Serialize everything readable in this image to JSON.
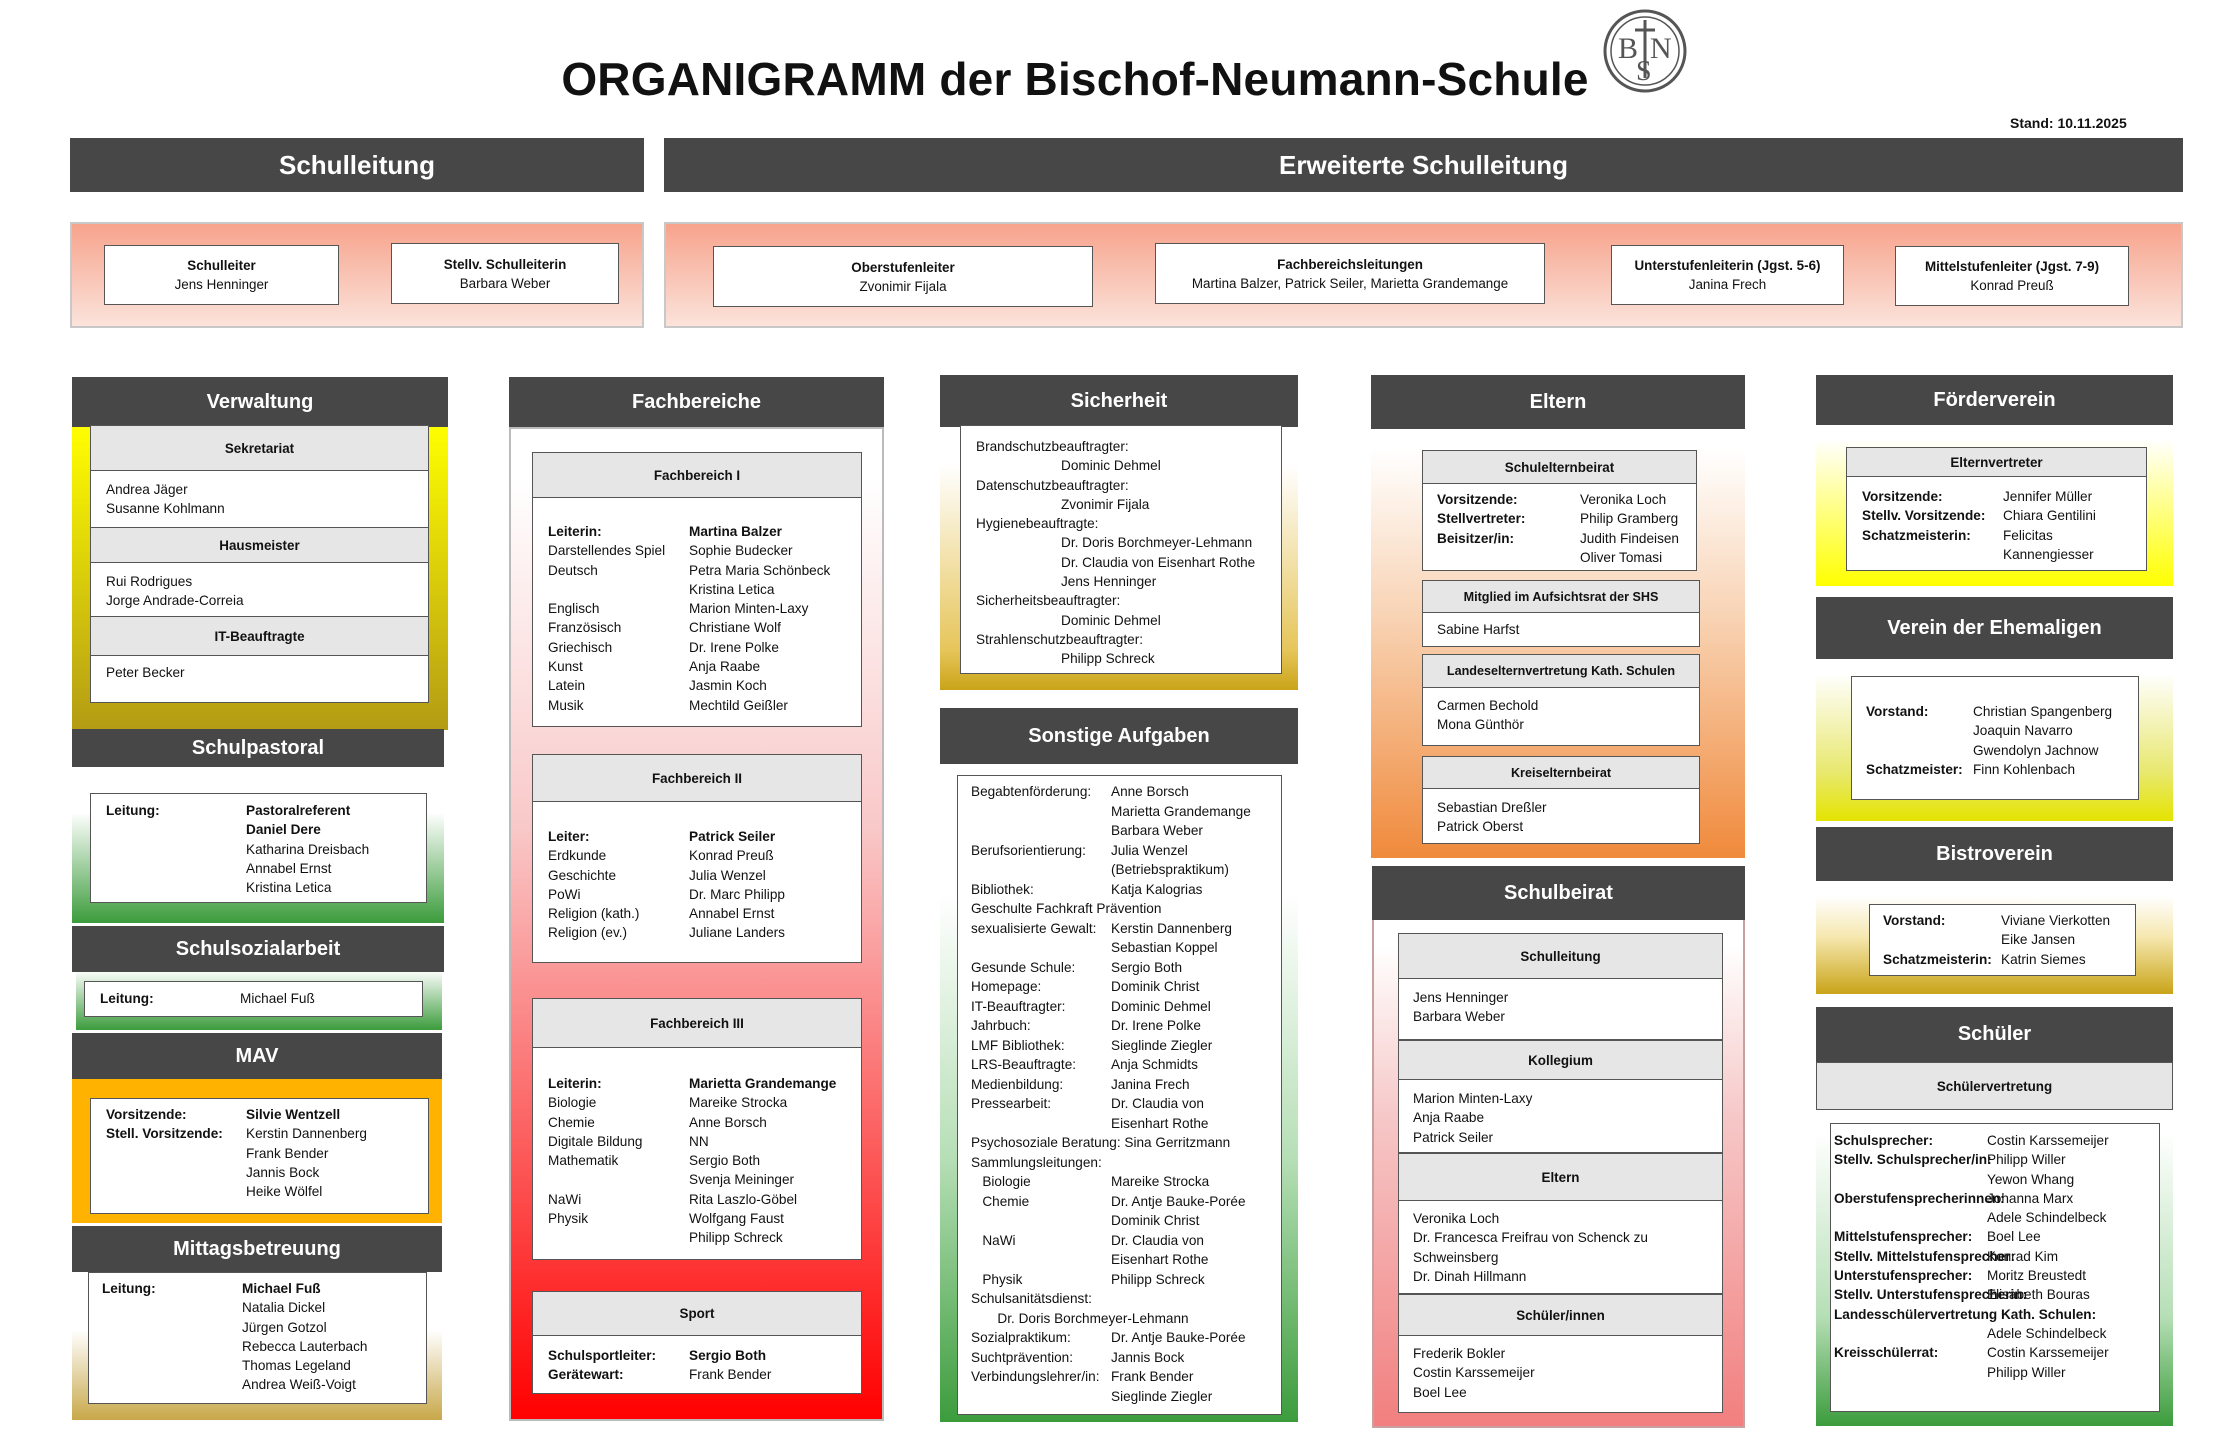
{
  "title": "ORGANIGRAMM der Bischof-Neumann-Schule",
  "logo_text": "BNS",
  "stand": "Stand: 10.11.2025",
  "schulleitung": {
    "header": "Schulleitung",
    "items": [
      {
        "role": "Schulleiter",
        "name": "Jens Henninger"
      },
      {
        "role": "Stellv. Schulleiterin",
        "name": "Barbara Weber"
      }
    ]
  },
  "erweiterte": {
    "header": "Erweiterte Schulleitung",
    "items": [
      {
        "role": "Oberstufenleiter",
        "name": "Zvonimir Fijala"
      },
      {
        "role": "Fachbereichsleitungen",
        "name": "Martina Balzer, Patrick Seiler, Marietta Grandemange"
      },
      {
        "role": "Unterstufenleiterin (Jgst. 5-6)",
        "name": "Janina Frech"
      },
      {
        "role": "Mittelstufenleiter (Jgst. 7-9)",
        "name": "Konrad Preuß"
      }
    ]
  },
  "verwaltung": {
    "header": "Verwaltung",
    "sekretariat": {
      "title": "Sekretariat",
      "names": [
        "Andrea Jäger",
        "Susanne Kohlmann"
      ]
    },
    "hausmeister": {
      "title": "Hausmeister",
      "names": [
        "Rui Rodrigues",
        "Jorge Andrade-Correia"
      ]
    },
    "it": {
      "title": "IT-Beauftragte",
      "names": [
        "Peter Becker"
      ]
    }
  },
  "schulpastoral": {
    "header": "Schulpastoral",
    "label": "Leitung:",
    "lead1": "Pastoralreferent",
    "lead2": "Daniel Dere",
    "names": [
      "Katharina Dreisbach",
      "Annabel Ernst",
      "Kristina Letica"
    ]
  },
  "schulsozialarbeit": {
    "header": "Schulsozialarbeit",
    "label": "Leitung:",
    "name": "Michael Fuß"
  },
  "mav": {
    "header": "MAV",
    "label1": "Vorsitzende:",
    "lead": "Silvie Wentzell",
    "label2": "Stell. Vorsitzende:",
    "names": [
      "Kerstin Dannenberg",
      "Frank Bender",
      "Jannis Bock",
      "Heike Wölfel"
    ]
  },
  "mittag": {
    "header": "Mittagsbetreuung",
    "label": "Leitung:",
    "lead": "Michael Fuß",
    "names": [
      "Natalia Dickel",
      "Jürgen Gotzol",
      "Rebecca Lauterbach",
      "Thomas Legeland",
      "Andrea Weiß-Voigt"
    ]
  },
  "fachbereiche": {
    "header": "Fachbereiche",
    "fb1": {
      "title": "Fachbereich I",
      "rows": [
        [
          "Leiterin:",
          "Martina Balzer"
        ],
        [
          "Darstellendes Spiel",
          "Sophie Budecker"
        ],
        [
          "Deutsch",
          "Petra Maria Schönbeck"
        ],
        [
          "",
          "Kristina Letica"
        ],
        [
          "Englisch",
          "Marion Minten-Laxy"
        ],
        [
          "Französisch",
          "Christiane Wolf"
        ],
        [
          "Griechisch",
          "Dr. Irene Polke"
        ],
        [
          "Kunst",
          "Anja Raabe"
        ],
        [
          "Latein",
          "Jasmin Koch"
        ],
        [
          "Musik",
          "Mechtild Geißler"
        ]
      ]
    },
    "fb2": {
      "title": "Fachbereich II",
      "rows": [
        [
          "Leiter:",
          "Patrick Seiler"
        ],
        [
          "Erdkunde",
          "Konrad Preuß"
        ],
        [
          "Geschichte",
          "Julia Wenzel"
        ],
        [
          "PoWi",
          "Dr. Marc Philipp"
        ],
        [
          "Religion (kath.)",
          "Annabel Ernst"
        ],
        [
          "Religion (ev.)",
          "Juliane Landers"
        ]
      ]
    },
    "fb3": {
      "title": "Fachbereich III",
      "rows": [
        [
          "Leiterin:",
          "Marietta Grandemange"
        ],
        [
          "Biologie",
          "Mareike Strocka"
        ],
        [
          "Chemie",
          "Anne Borsch"
        ],
        [
          "Digitale Bildung",
          "NN"
        ],
        [
          "Mathematik",
          "Sergio Both"
        ],
        [
          "",
          "Svenja Meininger"
        ],
        [
          "NaWi",
          "Rita Laszlo-Göbel"
        ],
        [
          "Physik",
          "Wolfgang Faust"
        ],
        [
          "",
          "Philipp Schreck"
        ]
      ]
    },
    "sport": {
      "title": "Sport",
      "rows": [
        [
          "Schulsportleiter:",
          "Sergio Both"
        ],
        [
          "Gerätewart:",
          "Frank Bender"
        ]
      ]
    }
  },
  "sicherheit": {
    "header": "Sicherheit",
    "lines": [
      [
        "Brandschutzbeauftragter:",
        0
      ],
      [
        "Dominic Dehmel",
        1
      ],
      [
        "Datenschutzbeauftragter:",
        0
      ],
      [
        "Zvonimir Fijala",
        1
      ],
      [
        "Hygienebeauftragte:",
        0
      ],
      [
        "Dr. Doris Borchmeyer-Lehmann",
        1
      ],
      [
        "Dr. Claudia von Eisenhart Rothe",
        1
      ],
      [
        "Jens Henninger",
        1
      ],
      [
        "Sicherheitsbeauftragter:",
        0
      ],
      [
        "Dominic Dehmel",
        1
      ],
      [
        "Strahlenschutzbeauftragter:",
        0
      ],
      [
        "Philipp Schreck",
        1
      ]
    ]
  },
  "sonstige": {
    "header": "Sonstige Aufgaben",
    "rows": [
      [
        "Begabtenförderung:",
        "Anne Borsch"
      ],
      [
        "",
        "Marietta Grandemange"
      ],
      [
        "",
        "Barbara Weber"
      ],
      [
        "Berufsorientierung:",
        "Julia Wenzel"
      ],
      [
        "",
        "(Betriebspraktikum)"
      ],
      [
        "Bibliothek:",
        "Katja Kalogrias"
      ],
      [
        "Geschulte Fachkraft Prävention",
        ""
      ],
      [
        "sexualisierte Gewalt:",
        "Kerstin Dannenberg"
      ],
      [
        "",
        "Sebastian Koppel"
      ],
      [
        "Gesunde Schule:",
        "Sergio Both"
      ],
      [
        "Homepage:",
        "Dominik Christ"
      ],
      [
        "IT-Beauftragter:",
        "Dominic Dehmel"
      ],
      [
        "Jahrbuch:",
        "Dr. Irene Polke"
      ],
      [
        "LMF Bibliothek:",
        "Sieglinde Ziegler"
      ],
      [
        "LRS-Beauftragte:",
        "Anja Schmidts"
      ],
      [
        "Medienbildung:",
        "Janina Frech"
      ],
      [
        "Pressearbeit:",
        "Dr. Claudia von"
      ],
      [
        "",
        "Eisenhart Rothe"
      ],
      [
        "Psychosoziale Beratung: Sina Gerritzmann",
        ""
      ],
      [
        "Sammlungsleitungen:",
        ""
      ],
      [
        "   Biologie",
        "Mareike Strocka"
      ],
      [
        "   Chemie",
        "Dr. Antje Bauke-Porée"
      ],
      [
        "",
        "Dominik Christ"
      ],
      [
        "   NaWi",
        "Dr. Claudia von"
      ],
      [
        "",
        "Eisenhart Rothe"
      ],
      [
        "   Physik",
        "Philipp Schreck"
      ],
      [
        "Schulsanitätsdienst:",
        ""
      ],
      [
        "       Dr. Doris Borchmeyer-Lehmann",
        ""
      ],
      [
        "Sozialpraktikum:",
        "Dr. Antje Bauke-Porée"
      ],
      [
        "Suchtprävention:",
        "Jannis Bock"
      ],
      [
        "Verbindungslehrer/in:",
        "Frank Bender"
      ],
      [
        "",
        "Sieglinde Ziegler"
      ]
    ]
  },
  "eltern": {
    "header": "Eltern",
    "seb": {
      "title": "Schulelternbeirat",
      "rows": [
        [
          "Vorsitzende:",
          "Veronika Loch"
        ],
        [
          "Stellvertreter:",
          "Philip Gramberg"
        ],
        [
          "Beisitzer/in:",
          "Judith Findeisen"
        ],
        [
          "",
          "Oliver Tomasi"
        ]
      ]
    },
    "aufsichtsrat": {
      "title": "Mitglied im Aufsichtsrat der SHS",
      "names": [
        "Sabine Harfst"
      ]
    },
    "lev": {
      "title": "Landeselternvertretung Kath. Schulen",
      "names": [
        "Carmen Bechold",
        "Mona Günthör"
      ]
    },
    "keb": {
      "title": "Kreiselternbeirat",
      "names": [
        "Sebastian Dreßler",
        "Patrick Oberst"
      ]
    }
  },
  "schulbeirat": {
    "header": "Schulbeirat",
    "sl": {
      "title": "Schulleitung",
      "names": [
        "Jens Henninger",
        "Barbara Weber"
      ]
    },
    "kollegium": {
      "title": "Kollegium",
      "names": [
        "Marion Minten-Laxy",
        "Anja Raabe",
        "Patrick Seiler"
      ]
    },
    "eltern": {
      "title": "Eltern",
      "names": [
        "Veronika Loch",
        "Dr. Francesca Freifrau von Schenck zu",
        "Schweinsberg",
        "Dr. Dinah Hillmann"
      ]
    },
    "schueler": {
      "title": "Schüler/innen",
      "names": [
        "Frederik Bokler",
        "Costin Karssemeijer",
        "Boel Lee"
      ]
    }
  },
  "foerderverein": {
    "header": "Förderverein",
    "title": "Elternvertreter",
    "rows": [
      [
        "Vorsitzende:",
        "Jennifer Müller"
      ],
      [
        "Stellv. Vorsitzende:",
        "Chiara Gentilini"
      ],
      [
        "Schatzmeisterin:",
        "Felicitas"
      ],
      [
        "",
        "Kannengiesser"
      ]
    ]
  },
  "ehemalige": {
    "header": "Verein der Ehemaligen",
    "rows": [
      [
        "Vorstand:",
        "Christian Spangenberg"
      ],
      [
        "",
        "Joaquin Navarro"
      ],
      [
        "",
        "Gwendolyn Jachnow"
      ],
      [
        "Schatzmeister:",
        "Finn Kohlenbach"
      ]
    ]
  },
  "bistro": {
    "header": "Bistroverein",
    "rows": [
      [
        "Vorstand:",
        "Viviane Vierkotten"
      ],
      [
        "",
        "Eike Jansen"
      ],
      [
        "Schatzmeisterin:",
        "Katrin Siemes"
      ]
    ]
  },
  "schueler": {
    "header": "Schüler",
    "title": "Schülervertretung",
    "rows": [
      [
        "Schulsprecher:",
        "Costin Karssemeijer"
      ],
      [
        "Stellv. Schulsprecher/in:",
        "Philipp Willer"
      ],
      [
        "",
        "Yewon Whang"
      ],
      [
        "Oberstufensprecherinnen:",
        "Johanna Marx"
      ],
      [
        "",
        "Adele Schindelbeck"
      ],
      [
        "Mittelstufensprecher:",
        "Boel Lee"
      ],
      [
        "Stellv. Mittelstufensprecher:",
        "Konrad Kim"
      ],
      [
        "Unterstufensprecher:",
        "Moritz Breustedt"
      ],
      [
        "Stellv. Unterstufensprecherin:",
        "Elisabeth Bouras"
      ],
      [
        "Landesschülervertretung Kath. Schulen:",
        ""
      ],
      [
        "",
        "Adele Schindelbeck"
      ],
      [
        "Kreisschülerrat:",
        "Costin Karssemeijer"
      ],
      [
        "",
        "Philipp Willer"
      ]
    ]
  },
  "colors": {
    "header": "#474747",
    "salmon": "#f5a58e",
    "yellow": "#ffff00",
    "olive": "#b49b14",
    "green": "#3c9c3c",
    "orange": "#ffb300",
    "red": "#ff0000",
    "pink": "#f8c8c8",
    "eltern_orange": "#f08a3c"
  }
}
